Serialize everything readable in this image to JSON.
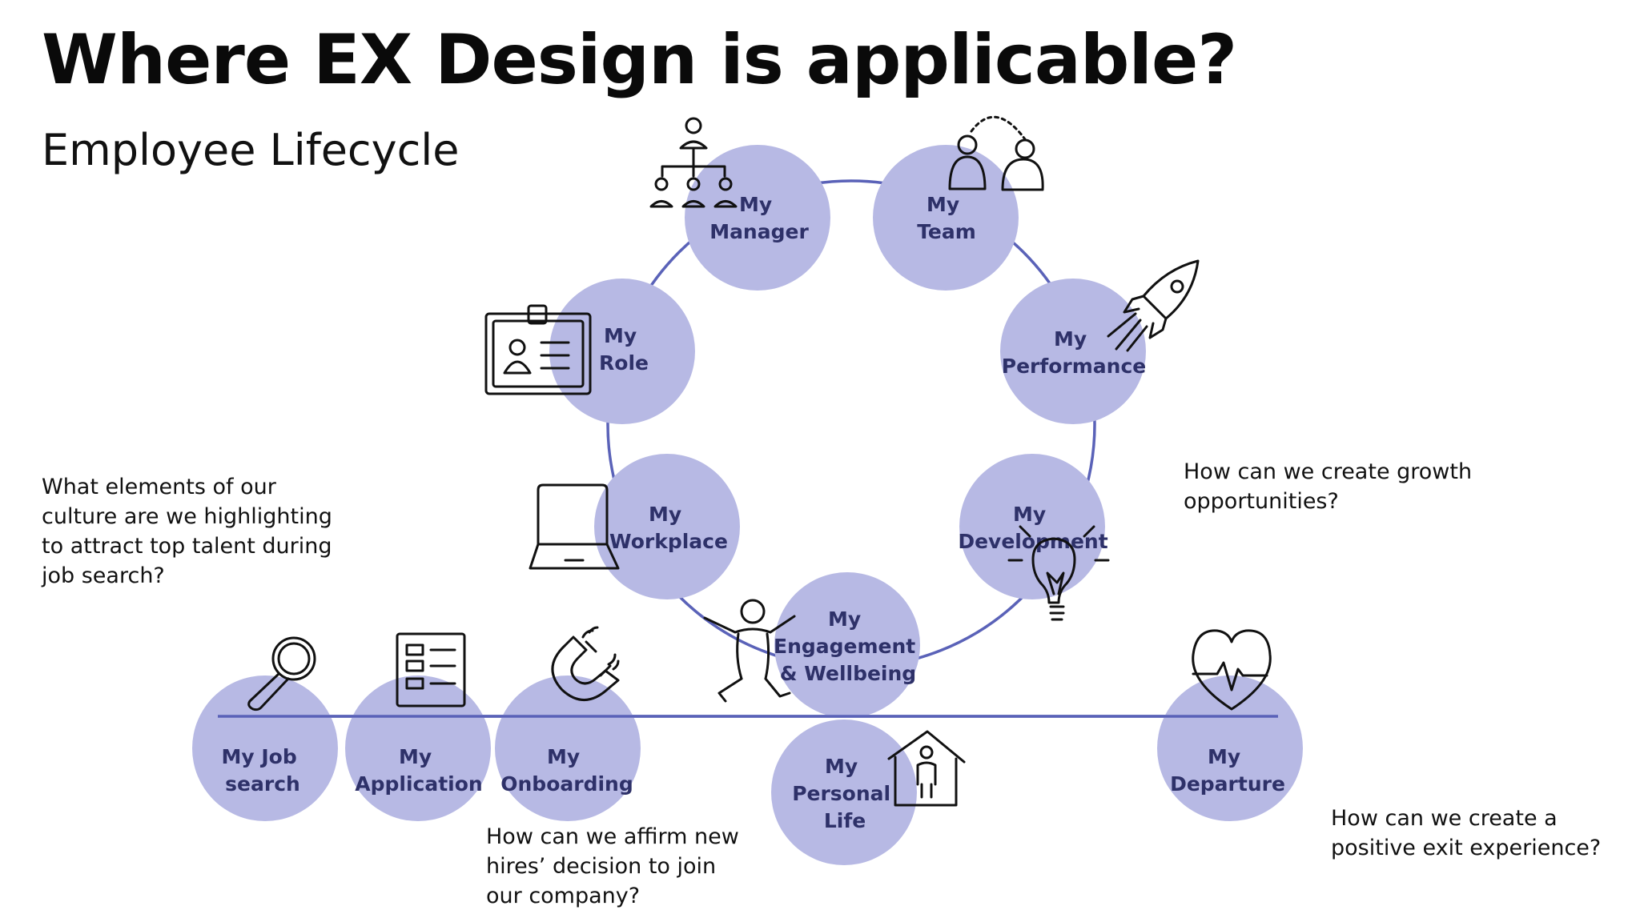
{
  "title": "Where EX Design is applicable?",
  "subtitle": "Employee Lifecycle",
  "colors": {
    "circle_fill": "#b7b9e4",
    "connector": "#5a62b8",
    "label": "#2e3169",
    "icon_stroke": "#111111"
  },
  "nodes": {
    "manager": {
      "line1": "My",
      "line2": "Manager",
      "icon": "org-chart-icon"
    },
    "team": {
      "line1": "My",
      "line2": "Team",
      "icon": "two-people-icon"
    },
    "role": {
      "line1": "My",
      "line2": "Role",
      "icon": "id-badge-icon"
    },
    "performance": {
      "line1": "My",
      "line2": "Performance",
      "icon": "rocket-icon"
    },
    "workplace": {
      "line1": "My",
      "line2": "Workplace",
      "icon": "laptop-icon"
    },
    "development": {
      "line1": "My",
      "line2": "Development",
      "icon": "lightbulb-icon"
    },
    "engagement": {
      "line1": "My",
      "line2": "Engagement",
      "line3": "& Wellbeing",
      "icon": "jumping-person-icon"
    },
    "job_search": {
      "line1": "My Job",
      "line2": "search",
      "icon": "magnifier-icon"
    },
    "application": {
      "line1": "My",
      "line2": "Application",
      "icon": "form-icon"
    },
    "onboarding": {
      "line1": "My",
      "line2": "Onboarding",
      "icon": "magnet-icon"
    },
    "personal_life": {
      "line1": "My",
      "line2": "Personal",
      "line3": "Life",
      "icon": "house-person-icon"
    },
    "departure": {
      "line1": "My",
      "line2": "Departure",
      "icon": "heartbeat-icon"
    }
  },
  "notes": {
    "culture": [
      "What elements of our",
      "culture are we highlighting",
      "to attract top talent during",
      "job search?"
    ],
    "growth": [
      "How can we create growth",
      "opportunities?"
    ],
    "affirm": [
      "How can we affirm new",
      "hires’ decision to join",
      "our company?"
    ],
    "exit": [
      "How can we create a",
      "positive exit experience?"
    ]
  }
}
